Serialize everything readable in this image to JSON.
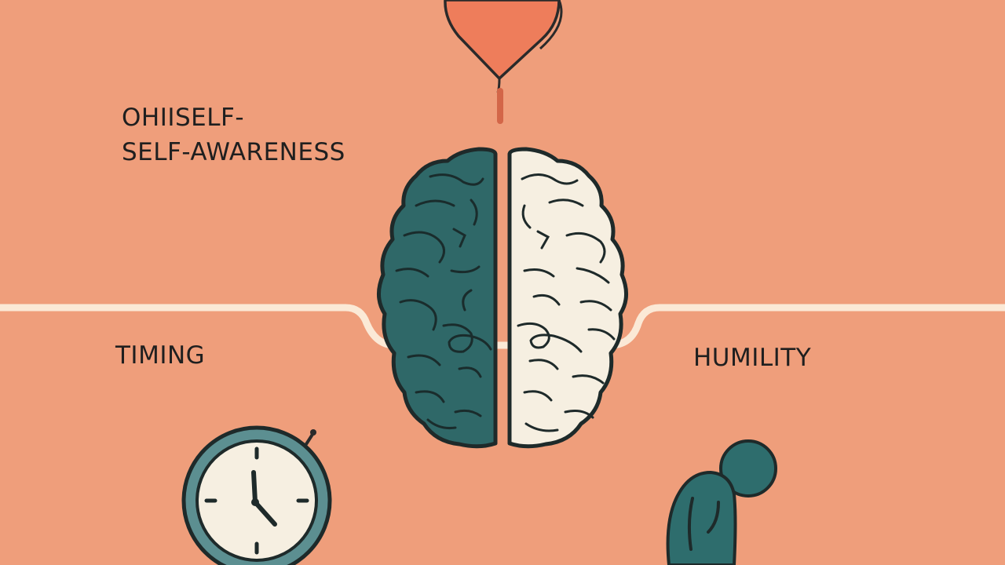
{
  "labels": {
    "top_line1": "OHIISELF-",
    "top_line2": "SELF-AWARENESS",
    "timing": "TIMING",
    "humility": "HUMILITY"
  },
  "colors": {
    "background": "#ef9e7b",
    "divider": "#fbe9d6",
    "heart": "#ee7d5b",
    "brain_left": "#2f6868",
    "brain_right": "#f6efe1",
    "outline": "#1e2a2a",
    "clock_face": "#f6efe1",
    "clock_ring": "#5c8f91",
    "person": "#2e6d6d",
    "text": "#1f1f1f"
  },
  "icons": [
    "heart-icon",
    "brain-icon",
    "clock-icon",
    "bowing-person-icon"
  ]
}
